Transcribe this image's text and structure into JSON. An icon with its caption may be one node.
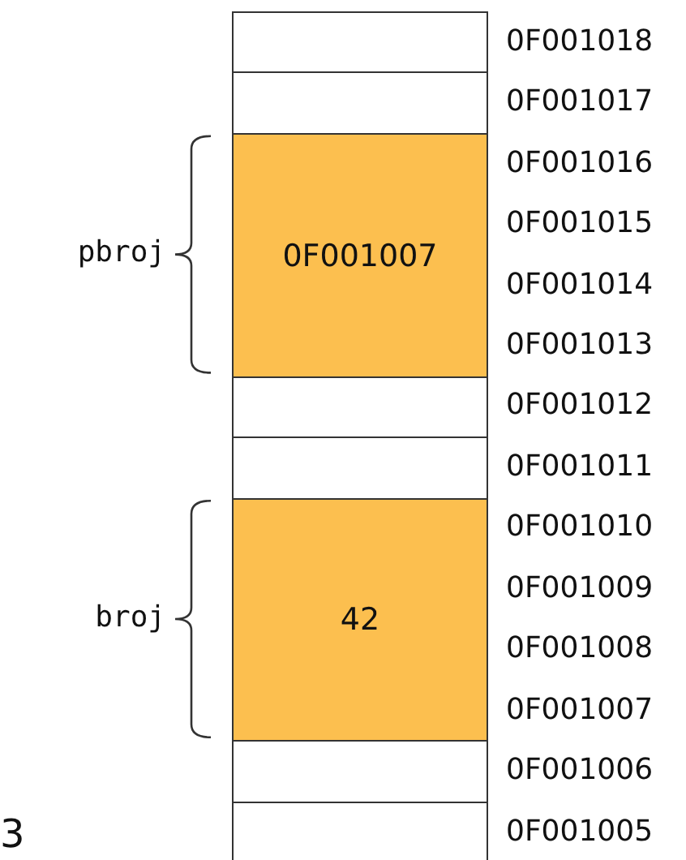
{
  "diagram": {
    "nodes": [
      {
        "text": [],
        "shape": "box"
      },
      {
        "text": [],
        "shape": "box"
      },
      {
        "text": [
          "0F001007"
        ],
        "beside": [
          "pbroj"
        ]
      },
      {
        "text": [],
        "shape": "box"
      },
      {
        "text": [],
        "shape": "box"
      },
      {
        "text": [
          "42"
        ],
        "beside": [
          "broj"
        ]
      },
      {
        "text": [],
        "shape": "box"
      },
      {
        "text": [],
        "shape": "box"
      }
    ],
    "edges": [],
    "labels": [
      "0F001018",
      "0F001017",
      "0F001016",
      "0F001015",
      "0F001014",
      "0F001013",
      "0F001012",
      "0F001011",
      "0F001010",
      "0F001009",
      "0F001008",
      "0F001007",
      "0F001006",
      "0F001005",
      "3"
    ]
  }
}
